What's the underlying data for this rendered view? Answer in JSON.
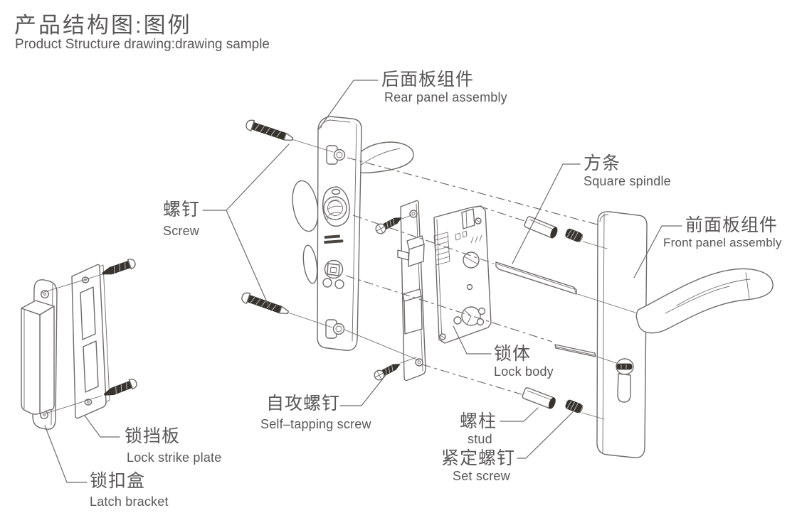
{
  "title": {
    "zh": "产品结构图:图例",
    "en": "Product Structure drawing:drawing sample"
  },
  "labels": {
    "rear_panel": {
      "zh": "后面板组件",
      "en": "Rear panel assembly"
    },
    "square_spindle": {
      "zh": "方条",
      "en": "Square spindle"
    },
    "front_panel": {
      "zh": "前面板组件",
      "en": "Front panel assembly"
    },
    "screw": {
      "zh": "螺钉",
      "en": "Screw"
    },
    "lock_body": {
      "zh": "锁体",
      "en": "Lock body"
    },
    "self_tapping_screw": {
      "zh": "自攻螺钉",
      "en": "Self–tapping screw"
    },
    "stud": {
      "zh": "螺柱",
      "en": "stud"
    },
    "set_screw": {
      "zh": "紧定螺钉",
      "en": "Set screw"
    },
    "lock_strike_plate": {
      "zh": "锁挡板",
      "en": "Lock strike plate"
    },
    "latch_bracket": {
      "zh": "锁扣盒",
      "en": "Latch bracket"
    }
  },
  "colors": {
    "text": "#595757",
    "line": "#6e6c6a",
    "dark_fill": "#37332f",
    "background": "#ffffff"
  }
}
